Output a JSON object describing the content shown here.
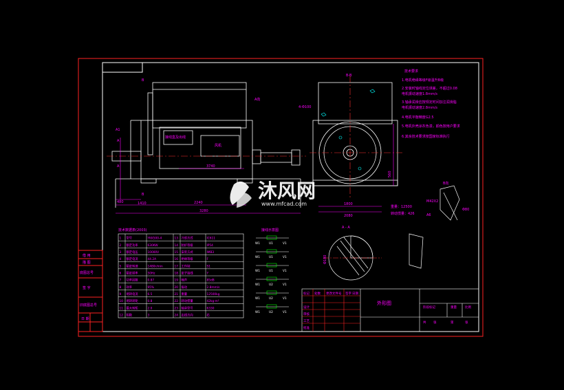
{
  "drawing": {
    "title": "外形图",
    "watermark_text": "沐风网",
    "watermark_url": "www.mfcad.com"
  },
  "front_view": {
    "marker_b_top": "B",
    "marker_b_bottom": "B",
    "label_a_top": "A",
    "label_a_mid": "A",
    "arrow_label": "A向",
    "dim_top_label": "A1",
    "dim_bottom_total": "3280",
    "dim_left_1": "480",
    "dim_left_2": "1410",
    "dim_mid": "2240",
    "dim_shaft": "3740",
    "box_left_label": "接线盒及出线",
    "box_right_label": "风机"
  },
  "side_view": {
    "title": "B-B",
    "dim_bottom_1": "1800",
    "dim_bottom_2": "2080",
    "dim_right": "560",
    "hole_label": "4-Φ100",
    "note_1": "重量：12500",
    "note_2": "转动惯量：426"
  },
  "section_view": {
    "title": "A - A",
    "dim_left": "Φ180"
  },
  "detail_view": {
    "title": "B向",
    "label_1": "M42X2",
    "label_2": "Φ80",
    "label_3": "A6"
  },
  "tech_requirements": {
    "title": "技术要求",
    "items": [
      "1.电机绝缘等级F级温升B级",
      "2.安装时轴线定位误差，不超过0.08",
      "    电机振动速度1.8mm/s",
      "3.轴承润滑应按规定时间加注润滑脂",
      "    电机振动速度2.8mm/s",
      "4.电机平衡精度G2.5",
      "5.电机外壳涂灰色漆，颜色按用户要求",
      "6.其余技术要求按国家标准执行"
    ]
  },
  "spec_table": {
    "title": "技术数据表(2003)",
    "rows": [
      [
        "1",
        "型号",
        "YKK500-4",
        "13",
        "冷却方式",
        "IC611"
      ],
      [
        "2",
        "额定功率",
        "630KW",
        "14",
        "防护等级",
        "IP54"
      ],
      [
        "3",
        "额定电压",
        "10000V",
        "15",
        "安装方式",
        "IMB3"
      ],
      [
        "4",
        "额定电流",
        "44.2A",
        "16",
        "绝缘等级",
        "F"
      ],
      [
        "5",
        "额定转速",
        "1480r/min",
        "17",
        "工作制",
        "S1"
      ],
      [
        "6",
        "额定频率",
        "50Hz",
        "18",
        "定子接线",
        "Y"
      ],
      [
        "7",
        "功率因数",
        "0.87",
        "19",
        "噪声",
        "85dB"
      ],
      [
        "8",
        "效率",
        "95%",
        "20",
        "振动",
        "2.8mm/s"
      ],
      [
        "9",
        "堵转电流",
        "6.5",
        "21",
        "重量",
        "12500kg"
      ],
      [
        "10",
        "堵转转矩",
        "0.8",
        "22",
        "转动惯量",
        "42kg·m²"
      ],
      [
        "11",
        "最大转矩",
        "2.0",
        "23",
        "轴承型号",
        "6330"
      ],
      [
        "12",
        "相数",
        "3",
        "24",
        "出线方向",
        "右"
      ]
    ]
  },
  "wiring_diagrams": {
    "title": "接线示意图",
    "labels": [
      [
        "W1",
        "U1",
        "V1"
      ],
      [
        "W1",
        "U1",
        "V1"
      ],
      [
        "W1",
        "U1",
        "V1"
      ],
      [
        "W1",
        "U2",
        "V1"
      ],
      [
        "W1",
        "U2",
        "V1"
      ],
      [
        "W1",
        "U2",
        "V1"
      ]
    ]
  },
  "left_stamps": [
    "借 用",
    "描 图",
    "底图总号",
    "签 字",
    "旧底图总号",
    "日 期"
  ],
  "title_block": {
    "drawing_name": "外形图",
    "cells": [
      "标记",
      "处数",
      "更改文件号",
      "签字",
      "日期",
      "设计",
      "审核",
      "工艺",
      "批准",
      "阶段标记",
      "重量",
      "比例",
      "共",
      "张",
      "第",
      "张"
    ]
  },
  "colors": {
    "frame": "#ff2222",
    "inner_frame": "#ffffff",
    "geometry": "#ffffff",
    "dimension": "#ff00ff",
    "centerline": "#ff3333",
    "hidden": "#00ffff",
    "text": "#ff00ff",
    "watermark": "#ffffff"
  }
}
